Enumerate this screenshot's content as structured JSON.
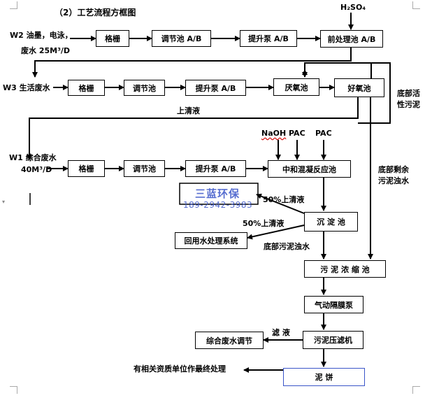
{
  "title": "（2）工艺流程方框图",
  "acid": "H₂SO₄",
  "row1": {
    "source": [
      "W2 油墨，电泳，",
      "废水 25M³/D"
    ],
    "grate": "格栅",
    "adjust": "调节池 A/B",
    "pump": "提升泵 A/B",
    "pretreat": "前处理池 A/B"
  },
  "row2": {
    "source": "W3 生活废水",
    "grate": "格栅",
    "adjust": "调节池",
    "pump": "提升泵 A/B",
    "anaerobic": "厌氧池",
    "aerobic": "好氧池",
    "sludge_label": [
      "底部活",
      "性污泥"
    ]
  },
  "supernatant_label": "上清液",
  "reagents": {
    "naoh": "NaOH",
    "pac1": "PAC",
    "pac2": "PAC"
  },
  "row3": {
    "source": [
      "W1 综合废水",
      "40M³/D"
    ],
    "grate": "格栅",
    "adjust": "调节池",
    "pump": "提升泵 A/B",
    "reaction": "中和混凝反应池",
    "excess_sludge_label": [
      "底部剩余",
      "污泥浊水"
    ]
  },
  "watermark": {
    "name": "三蓝环保",
    "phone": "189-2942-3983"
  },
  "lower": {
    "supernatant50a": "50%上清液",
    "supernatant50b": "50%上清液",
    "sedimentation": "沉 淀 池",
    "reuse": "回用水处理系统",
    "bottom_sludge": "底部污泥浊水",
    "thickener": "污 泥 浓 缩 池",
    "diaphragm_pump": "气动隔膜泵",
    "filtrate": "滤 液",
    "combined_adjust": "综合废水调节",
    "filter_press": "污泥压滤机",
    "final_disposal": "有相关资质单位作最终处理",
    "cake": "泥    饼"
  }
}
